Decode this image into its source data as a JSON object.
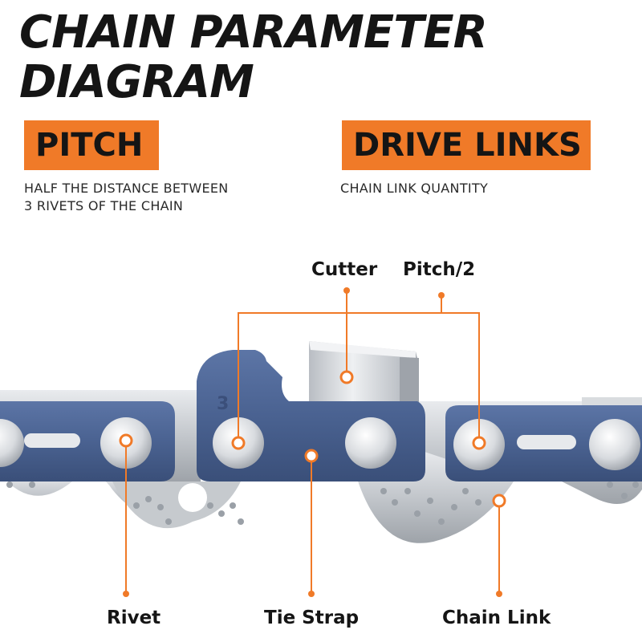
{
  "title": {
    "line1": "CHAIN PARAMETER",
    "line2": "DIAGRAM"
  },
  "pitch": {
    "label": "PITCH",
    "description_line1": "HALF THE DISTANCE BETWEEN",
    "description_line2": "3 RIVETS OF THE CHAIN"
  },
  "drive_links": {
    "label": "DRIVE LINKS",
    "description": "CHAIN LINK QUANTITY"
  },
  "callouts": {
    "cutter": "Cutter",
    "pitch_half": "Pitch/2",
    "rivet": "Rivet",
    "tie_strap": "Tie Strap",
    "chain_link": "Chain Link"
  },
  "colors": {
    "accent": "#f07a28",
    "plate_blue": "#4c6494",
    "metal": "#c9ccd0",
    "text": "#151515"
  },
  "icons": {
    "link_marking": "3"
  }
}
